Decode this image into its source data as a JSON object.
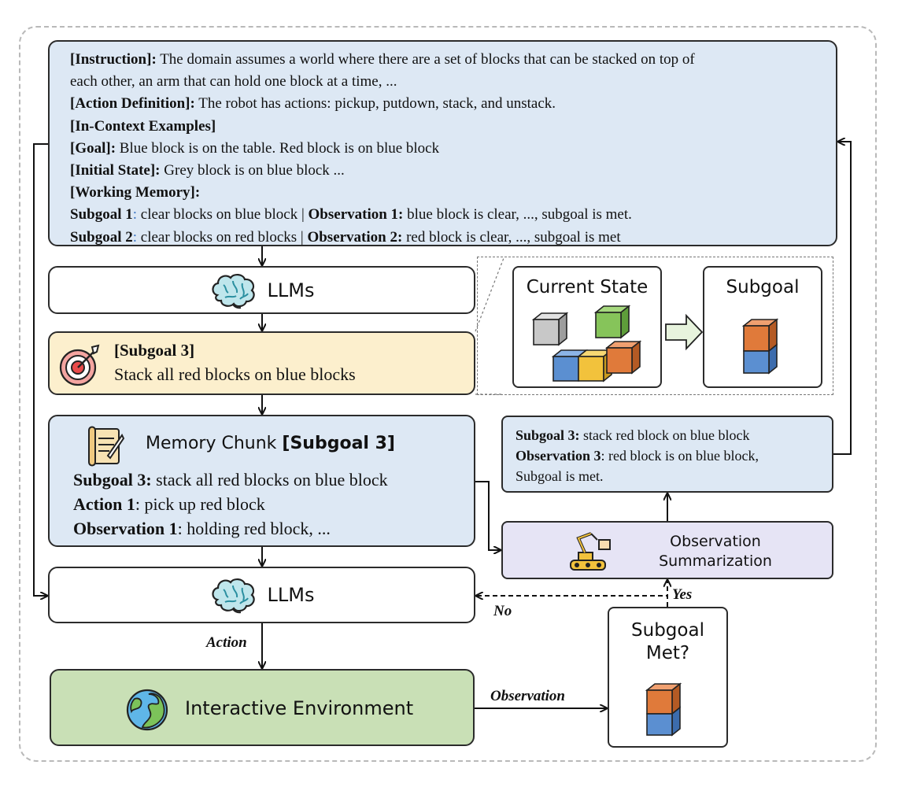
{
  "prompt": {
    "lines": [
      [
        {
          "t": "[Instruction]:",
          "b": true
        },
        {
          "t": " The domain assumes a world where there are a set of blocks that can be stacked on top of"
        }
      ],
      [
        {
          "t": "each other,  an arm that can hold one block at a time, ..."
        }
      ],
      [
        {
          "t": "[Action Definition]:",
          "b": true
        },
        {
          "t": " The robot has actions: pickup, putdown, stack, and unstack."
        }
      ],
      [
        {
          "t": "[In-Context Examples]",
          "b": true
        }
      ],
      [
        {
          "t": "[Goal]:",
          "b": true
        },
        {
          "t": " Blue block is on the table. Red block is on blue block"
        }
      ],
      [
        {
          "t": "[Initial State]:",
          "b": true
        },
        {
          "t": " Grey block is on blue block ..."
        }
      ],
      [
        {
          "t": "[Working Memory]:",
          "b": true
        }
      ],
      [
        {
          "t": "Subgoal 1",
          "b": true
        },
        {
          "t": ":",
          "c": "blue"
        },
        {
          "t": " clear blocks on blue block | "
        },
        {
          "t": "Observation 1:",
          "b": true
        },
        {
          "t": " blue block is clear, ..., subgoal is met."
        }
      ],
      [
        {
          "t": "Subgoal 2",
          "b": true
        },
        {
          "t": ":",
          "c": "blue"
        },
        {
          "t": " clear blocks on red blocks | "
        },
        {
          "t": "Observation 2:",
          "b": true
        },
        {
          "t": " red block is clear, ..., subgoal is met"
        }
      ]
    ]
  },
  "llm_top": {
    "label": "LLMs"
  },
  "subgoal3": {
    "title": "[Subgoal 3]",
    "desc": "Stack all red blocks on blue blocks"
  },
  "memory": {
    "title_plain": "Memory Chunk ",
    "title_bold": "[Subgoal 3]",
    "lines": [
      [
        {
          "t": "Subgoal 3:",
          "b": true
        },
        {
          "t": " stack all red blocks on blue block"
        }
      ],
      [
        {
          "t": "Action 1",
          "b": true
        },
        {
          "t": ": pick up red block"
        }
      ],
      [
        {
          "t": "Observation 1",
          "b": true
        },
        {
          "t": ": holding red block, ..."
        }
      ]
    ]
  },
  "inset": {
    "current_state": "Current State",
    "subgoal": "Subgoal"
  },
  "summary": {
    "lines": [
      [
        {
          "t": "Subgoal 3:",
          "b": true
        },
        {
          "t": " stack red block on blue block"
        }
      ],
      [
        {
          "t": "Observation 3",
          "b": true
        },
        {
          "t": ": red block is on blue block,"
        }
      ],
      [
        {
          "t": "Subgoal is met."
        }
      ]
    ]
  },
  "obs_sum": {
    "line1": "Observation",
    "line2": "Summarization"
  },
  "llm_bottom": {
    "label": "LLMs"
  },
  "env": {
    "label": "Interactive Environment"
  },
  "met": {
    "line1": "Subgoal",
    "line2": "Met?"
  },
  "edges": {
    "action": "Action",
    "observation": "Observation",
    "no": "No",
    "yes": "Yes"
  },
  "colors": {
    "blue_panel": "#dde8f4",
    "yellow_panel": "#fcefcd",
    "green_panel": "#c9e0b6",
    "lavender_panel": "#e6e4f5",
    "block_red": "#e07a3a",
    "block_blue": "#5b8fd1",
    "block_green": "#86c45a",
    "block_yellow": "#f2c23c",
    "block_grey": "#c8c8c8"
  },
  "icons": [
    "brain-icon",
    "target-icon",
    "scroll-icon",
    "robot-arm-icon",
    "globe-icon",
    "right-arrow-icon"
  ]
}
